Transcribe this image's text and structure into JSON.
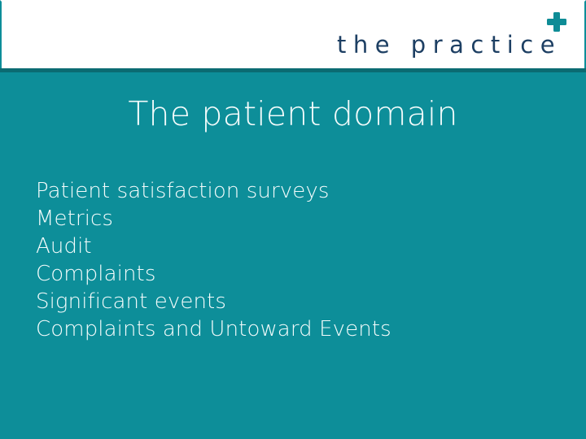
{
  "slide": {
    "background_color": "#0d8e99",
    "divider_color": "#0b6b72",
    "title": "The patient domain",
    "body_items": [
      "Patient satisfaction surveys",
      "Metrics",
      "Audit",
      "Complaints",
      "Significant events",
      "Complaints and Untoward Events"
    ]
  },
  "header": {
    "background_color": "#ffffff",
    "logo": {
      "wordmark": "the practice",
      "wordmark_color": "#1d3f63",
      "plus_icon_name": "plus-cross-icon",
      "plus_color": "#0e8c96"
    }
  }
}
